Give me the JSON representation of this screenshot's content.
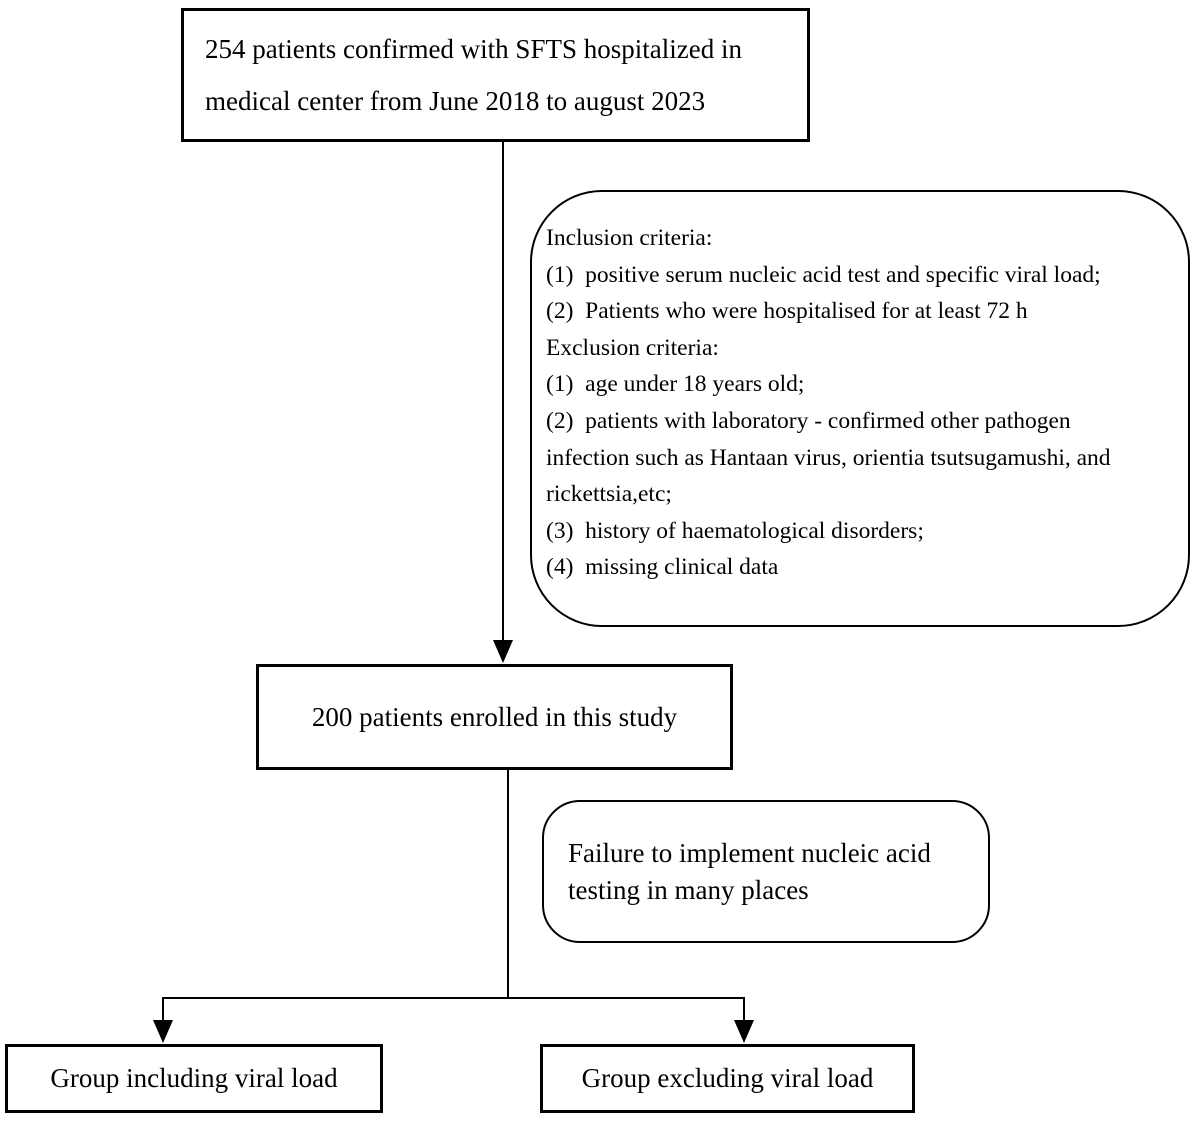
{
  "figure": {
    "type": "flowchart",
    "colors": {
      "background": "#ffffff",
      "border": "#000000",
      "text": "#000000"
    }
  },
  "boxes": {
    "initial": {
      "line1": "254 patients confirmed with SFTS hospitalized in",
      "line2": "medical center from June 2018 to august 2023"
    },
    "criteria": {
      "lines": [
        "Inclusion criteria:",
        "(1)  positive serum nucleic acid test and specific viral load;",
        "(2)  Patients who were hospitalised for at least 72 h",
        "Exclusion criteria:",
        "(1)  age under 18 years old;",
        "(2)  patients with laboratory - confirmed other pathogen",
        "infection such as Hantaan virus, orientia tsutsugamushi, and",
        "rickettsia,etc;",
        "(3)  history of haematological disorders;",
        "(4)  missing clinical data"
      ]
    },
    "enrolled": {
      "text": "200 patients enrolled in this study"
    },
    "failure": {
      "line1": "Failure to implement nucleic acid",
      "line2": "testing in many places"
    },
    "group_left": {
      "text": "Group including viral load"
    },
    "group_right": {
      "text": "Group excluding viral load"
    }
  }
}
